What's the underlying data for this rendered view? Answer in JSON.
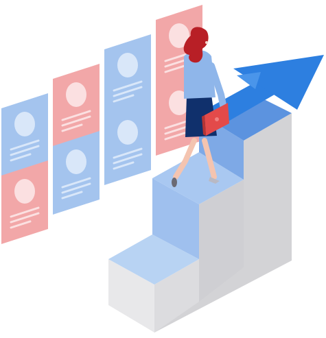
{
  "scene": {
    "subject": "woman-walking-up-stairs",
    "elements": [
      "profile-card-grid",
      "staircase",
      "growth-arrow",
      "woman",
      "laptop-briefcase"
    ]
  },
  "colors": {
    "card_blue": "#a4c4ee",
    "card_pink": "#f2a7a8",
    "avatar_blue": "#d9e7f9",
    "avatar_pink": "#fbe0e1",
    "stair_top": "#b8d3f3",
    "stair_front": "#86b0e8",
    "stair_side": "#d3d3d6",
    "stair_base": "#e8e8ea",
    "arrow": "#2d7fe0",
    "hair": "#b81f26",
    "blouse": "#8fb6ea",
    "skirt": "#10306c",
    "laptop": "#e34a4a"
  },
  "cards": [
    {
      "color": "pink",
      "row": 0,
      "col": 3
    },
    {
      "color": "blue",
      "row": 0,
      "col": 2
    },
    {
      "color": "pink",
      "row": 0,
      "col": 1
    },
    {
      "color": "blue",
      "row": 0,
      "col": 0
    },
    {
      "color": "pink",
      "row": 1,
      "col": 3
    },
    {
      "color": "blue",
      "row": 1,
      "col": 2
    },
    {
      "color": "blue",
      "row": 1,
      "col": 1
    },
    {
      "color": "pink",
      "row": 1,
      "col": 0
    }
  ]
}
